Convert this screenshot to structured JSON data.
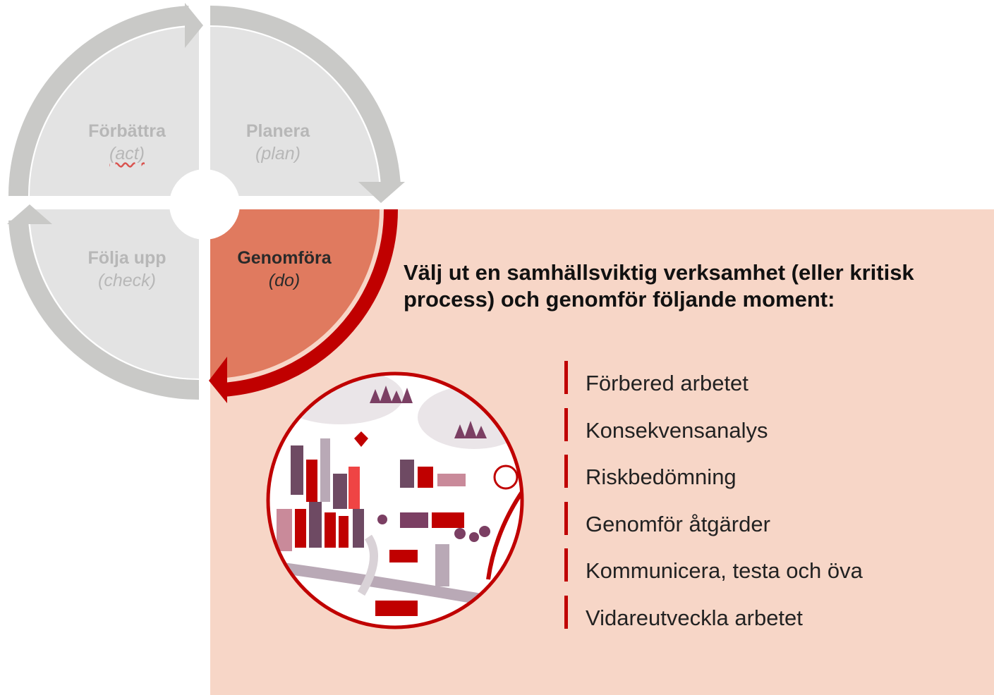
{
  "cycle": {
    "quadrants": [
      {
        "id": "act",
        "name": "Förbättra",
        "sub": "(act)"
      },
      {
        "id": "plan",
        "name": "Planera",
        "sub": "(plan)"
      },
      {
        "id": "check",
        "name": "Följa upp",
        "sub": "(check)"
      },
      {
        "id": "do",
        "name": "Genomföra",
        "sub": "(do)"
      }
    ],
    "active": "do"
  },
  "panel": {
    "heading": "Välj ut en samhällsviktig verksamhet (eller kritisk process) och genomför följande moment:",
    "steps": [
      "Förbered arbetet",
      "Konsekvensanalys",
      "Riskbedömning",
      "Genomför åtgärder",
      "Kommunicera, testa och öva",
      "Vidareutveckla arbetet"
    ]
  },
  "colors": {
    "panel_bg": "#f7d6c7",
    "inactive_quadrant": "#e3e3e3",
    "inactive_arrow": "#c9c9c7",
    "active_quadrant": "#e07a5f",
    "active_arrow": "#c00000",
    "accent": "#c00000"
  },
  "icons": {
    "city": "city-illustration-icon"
  }
}
